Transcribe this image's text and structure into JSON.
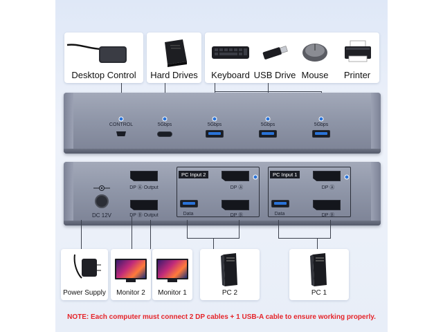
{
  "top_cards": {
    "desktop_control": "Desktop Control",
    "hard_drives": "Hard Drives",
    "keyboard": "Keyboard",
    "usb_drive": "USB Drive",
    "mouse": "Mouse",
    "printer": "Printer"
  },
  "front_panel": {
    "control": "CONTROL",
    "usbc_speed": "5Gbps",
    "usb1_speed": "5Gbps",
    "usb2_speed": "5Gbps",
    "usb3_speed": "5Gbps"
  },
  "rear_panel": {
    "dc_label": "DC 12V",
    "dp_a_output": "DP Ⓐ Output",
    "dp_b_output": "DP Ⓑ Output",
    "pc_input_2": "PC Input 2",
    "pc_input_1": "PC Input 1",
    "in2_dp_a": "DP Ⓐ",
    "in2_dp_b": "DP Ⓑ",
    "in2_data": "Data",
    "in1_dp_a": "DP Ⓐ",
    "in1_dp_b": "DP Ⓑ",
    "in1_data": "Data"
  },
  "bottom_cards": {
    "power_supply": "Power Supply",
    "monitor_2": "Monitor 2",
    "monitor_1": "Monitor 1",
    "pc_2": "PC 2",
    "pc_1": "PC 1"
  },
  "note": "NOTE: Each computer must connect 2 DP cables + 1 USB-A cable to ensure working properly.",
  "colors": {
    "accent": "#2a73d8",
    "note": "#e5242a"
  }
}
